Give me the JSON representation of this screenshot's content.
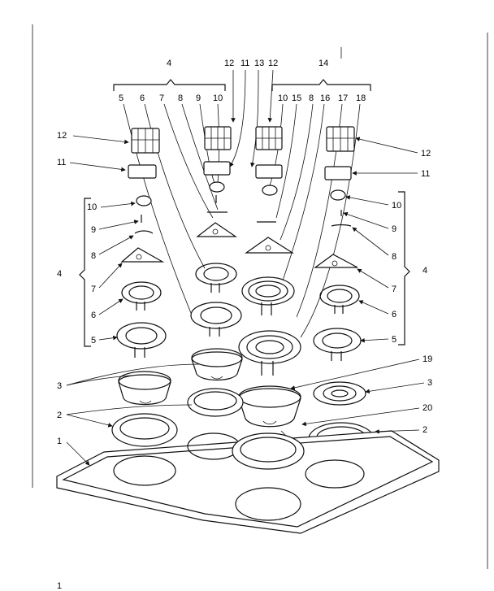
{
  "parts": {
    "p1": "1",
    "p2": "2",
    "p3": "3",
    "p4": "4",
    "p5": "5",
    "p6": "6",
    "p7": "7",
    "p8": "8",
    "p9": "9",
    "p10": "10",
    "p11": "11",
    "p12": "12",
    "p13": "13",
    "p14": "14",
    "p15": "15",
    "p16": "16",
    "p17": "17",
    "p18": "18",
    "p19": "19",
    "p20": "20"
  },
  "corner_mark": "1"
}
